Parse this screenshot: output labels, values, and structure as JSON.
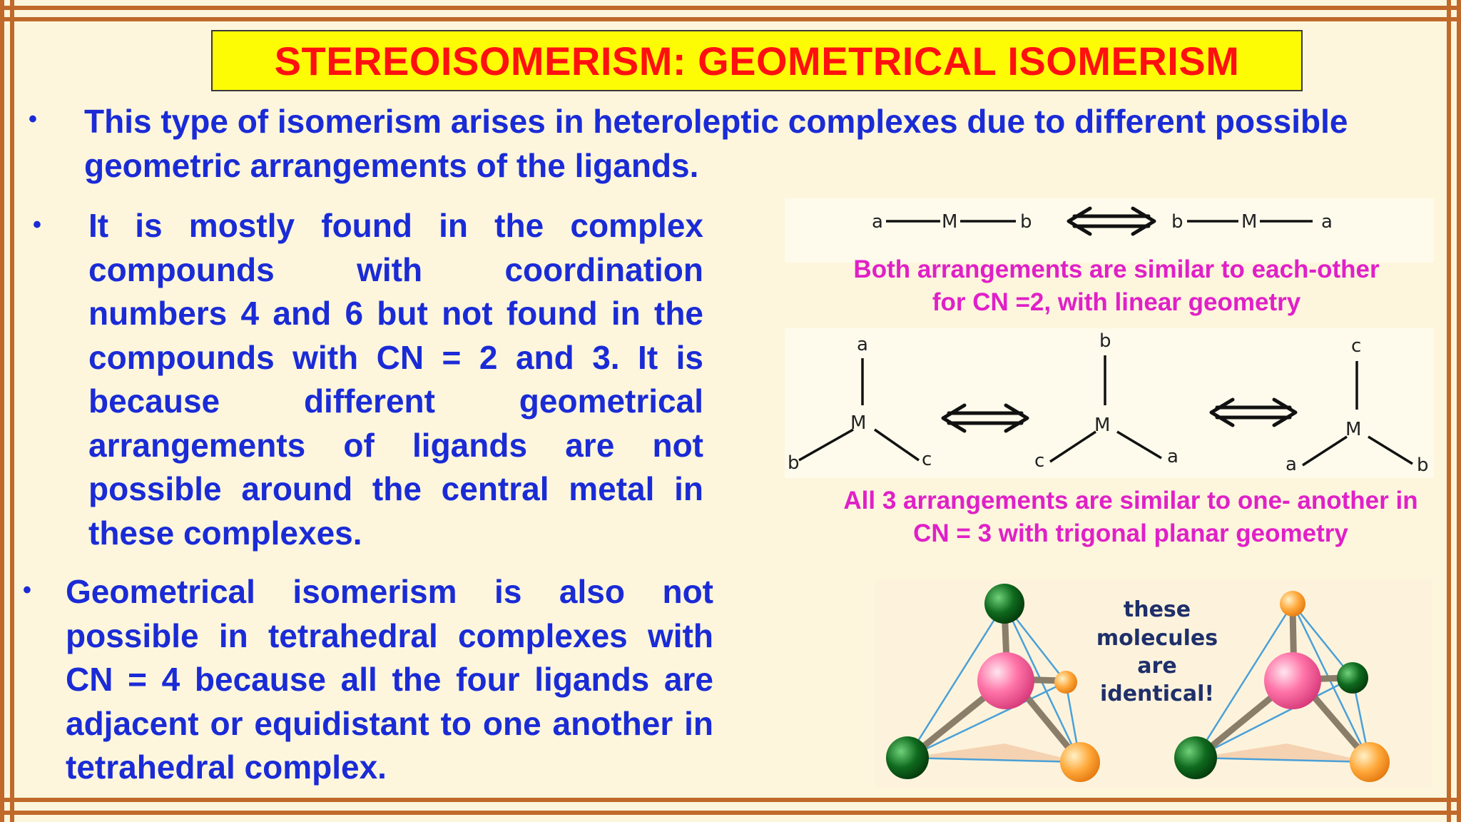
{
  "title": "STEREOISOMERISM: GEOMETRICAL ISOMERISM",
  "bullets": {
    "b1": "This type of isomerism arises in heteroleptic complexes due to different possible geometric arrangements of the ligands.",
    "b2": "It is mostly found in the complex compounds with coordination numbers 4 and 6 but not found in the compounds with CN = 2 and 3. It is because different geometrical arrangements of ligands are not possible around the central metal in these complexes.",
    "b3": "Geometrical isomerism is also not possible in tetrahedral complexes with CN = 4 because all the four ligands are adjacent or equidistant to one another in tetrahedral complex."
  },
  "bullet_symbol": "•",
  "linear": {
    "left": {
      "left_ligand": "a",
      "metal": "M",
      "right_ligand": "b"
    },
    "right": {
      "left_ligand": "b",
      "metal": "M",
      "right_ligand": "a"
    },
    "caption": "Both arrangements are similar to each-other for CN =2, with linear geometry"
  },
  "trigonal": {
    "structures": [
      {
        "top": "a",
        "metal": "M",
        "left": "b",
        "right": "c"
      },
      {
        "top": "b",
        "metal": "M",
        "left": "c",
        "right": "a"
      },
      {
        "top": "c",
        "metal": "M",
        "left": "a",
        "right": "b"
      }
    ],
    "caption": "All 3 arrangements are similar to one- another in CN = 3 with trigonal planar geometry"
  },
  "tetrahedral": {
    "note_lines": [
      "these",
      "molecules",
      "are",
      "identical!"
    ]
  },
  "icons": {
    "equivalence": "double-headed-arrow-icon"
  },
  "colors": {
    "background": "#fdf6dc",
    "frame": "#c0692a",
    "title_fill": "#fdfc05",
    "title_text": "#ff1010",
    "body_text": "#1a2bd6",
    "caption_text": "#e020c8"
  }
}
